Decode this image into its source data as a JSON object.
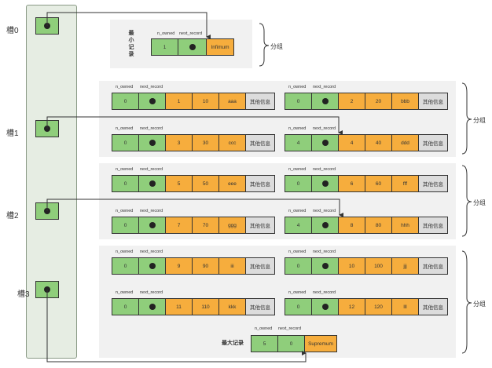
{
  "slots": [
    {
      "label": "槽0"
    },
    {
      "label": "槽1"
    },
    {
      "label": "槽2"
    },
    {
      "label": "槽3"
    }
  ],
  "headers": {
    "n_owned": "n_owned",
    "next_record": "next_record"
  },
  "min_record": {
    "label": "最小记录",
    "label_lines": [
      "最",
      "小",
      "记",
      "录"
    ],
    "n_owned": "1",
    "name": "Infimum"
  },
  "max_record": {
    "label": "最大记录",
    "n_owned": "5",
    "next": "0",
    "name": "Supremum"
  },
  "group_label": "分组",
  "other_info": "其他信息",
  "records": [
    {
      "n_owned": "0",
      "id": "1",
      "num": "10",
      "str": "aaa"
    },
    {
      "n_owned": "0",
      "id": "2",
      "num": "20",
      "str": "bbb"
    },
    {
      "n_owned": "0",
      "id": "3",
      "num": "30",
      "str": "ccc"
    },
    {
      "n_owned": "4",
      "id": "4",
      "num": "40",
      "str": "ddd"
    },
    {
      "n_owned": "0",
      "id": "5",
      "num": "50",
      "str": "eee"
    },
    {
      "n_owned": "0",
      "id": "6",
      "num": "60",
      "str": "fff"
    },
    {
      "n_owned": "0",
      "id": "7",
      "num": "70",
      "str": "ggg"
    },
    {
      "n_owned": "4",
      "id": "8",
      "num": "80",
      "str": "hhh"
    },
    {
      "n_owned": "0",
      "id": "9",
      "num": "90",
      "str": "iii"
    },
    {
      "n_owned": "0",
      "id": "10",
      "num": "100",
      "str": "jjj"
    },
    {
      "n_owned": "0",
      "id": "11",
      "num": "110",
      "str": "kkk"
    },
    {
      "n_owned": "0",
      "id": "12",
      "num": "120",
      "str": "lll"
    }
  ],
  "colors": {
    "green": "#8fce7b",
    "orange": "#f6ad3d",
    "gray": "#dcdcdc",
    "panel": "#e6ede3"
  }
}
